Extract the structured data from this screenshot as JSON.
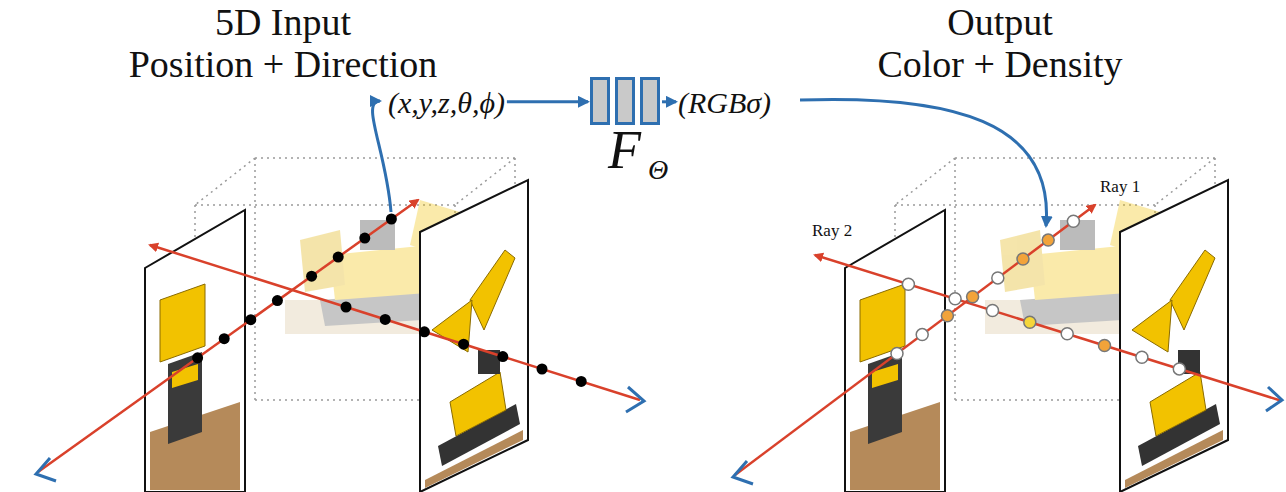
{
  "diagram": {
    "nodes": [
      {
        "text": [
          "(x,y,z,θ,ϕ)"
        ]
      },
      {
        "text": [
          "F",
          "Θ"
        ]
      },
      {
        "text": [
          "(RGBσ)"
        ]
      }
    ],
    "edges": [
      {
        "from": 0,
        "to": 1,
        "arrow": "to"
      },
      {
        "from": 1,
        "to": 2,
        "arrow": "to"
      }
    ],
    "labels": [
      "5D Input",
      "Position + Direction",
      "Output",
      "Color + Density",
      "Ray 1",
      "Ray 2"
    ]
  }
}
